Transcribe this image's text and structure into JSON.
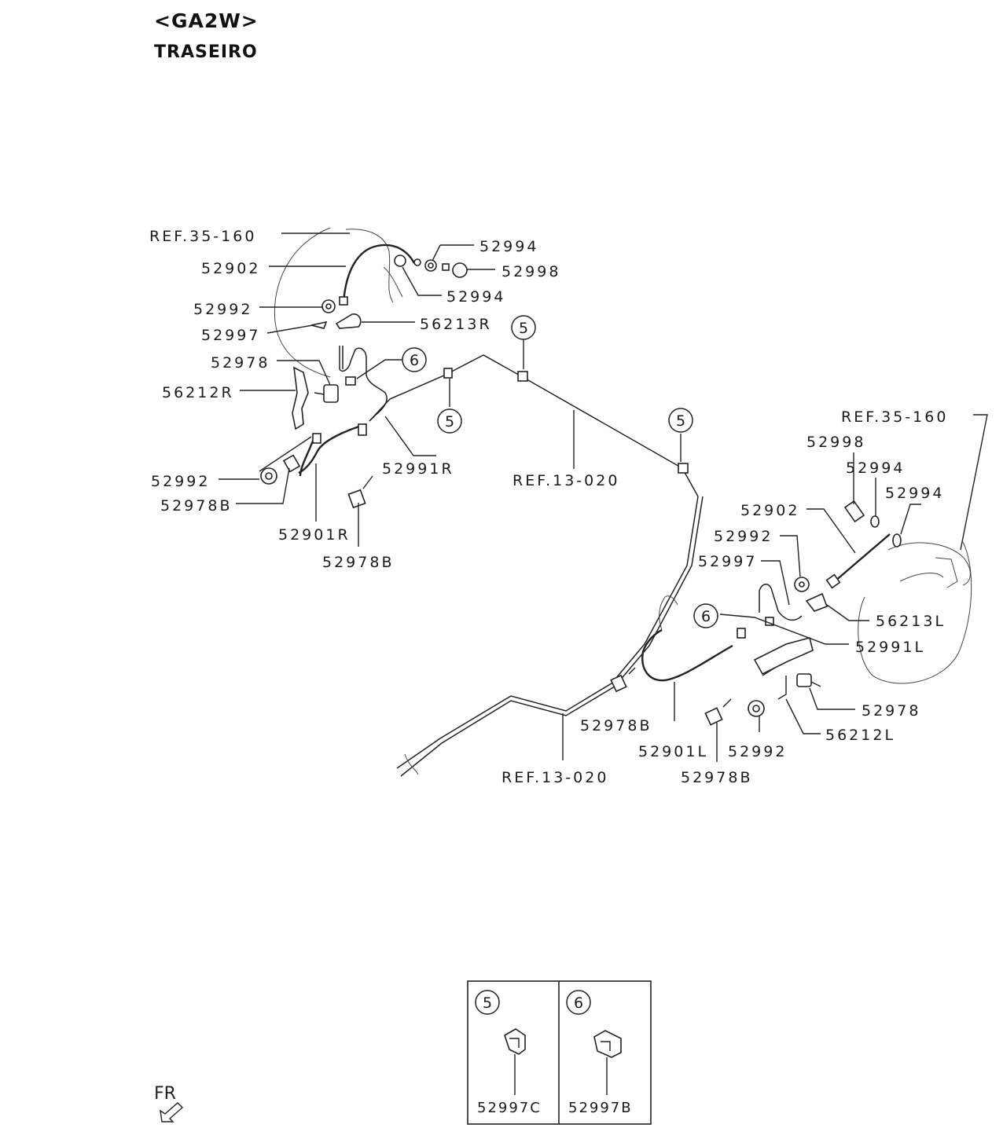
{
  "header": {
    "model": "<GA2W>",
    "section": "TRASEIRO"
  },
  "orientation": {
    "label": "FR"
  },
  "callouts": [
    {
      "id": "ref35_r",
      "text": "REF.35-160"
    },
    {
      "id": "p52902_r",
      "text": "52902"
    },
    {
      "id": "p52994_r1",
      "text": "52994"
    },
    {
      "id": "p52998_r",
      "text": "52998"
    },
    {
      "id": "p52994_r2",
      "text": "52994"
    },
    {
      "id": "p52992_r1",
      "text": "52992"
    },
    {
      "id": "p52997_r",
      "text": "52997"
    },
    {
      "id": "p56213r",
      "text": "56213R"
    },
    {
      "id": "p52978_r",
      "text": "52978"
    },
    {
      "id": "p56212r",
      "text": "56212R"
    },
    {
      "id": "p52991r",
      "text": "52991R"
    },
    {
      "id": "p52992_r2",
      "text": "52992"
    },
    {
      "id": "p52978b_r1",
      "text": "52978B"
    },
    {
      "id": "p52901r",
      "text": "52901R"
    },
    {
      "id": "p52978b_r2",
      "text": "52978B"
    },
    {
      "id": "ref13_top",
      "text": "REF.13-020"
    },
    {
      "id": "ref35_l",
      "text": "REF.35-160"
    },
    {
      "id": "p52998_l",
      "text": "52998"
    },
    {
      "id": "p52994_l1",
      "text": "52994"
    },
    {
      "id": "p52994_l2",
      "text": "52994"
    },
    {
      "id": "p52902_l",
      "text": "52902"
    },
    {
      "id": "p52992_l1",
      "text": "52992"
    },
    {
      "id": "p52997_l",
      "text": "52997"
    },
    {
      "id": "p56213l",
      "text": "56213L"
    },
    {
      "id": "p52991l",
      "text": "52991L"
    },
    {
      "id": "p52978_l",
      "text": "52978"
    },
    {
      "id": "p56212l",
      "text": "56212L"
    },
    {
      "id": "p52978b_l1",
      "text": "52978B"
    },
    {
      "id": "p52901l",
      "text": "52901L"
    },
    {
      "id": "p52992_l2",
      "text": "52992"
    },
    {
      "id": "p52978b_l2",
      "text": "52978B"
    },
    {
      "id": "ref13_bottom",
      "text": "REF.13-020"
    }
  ],
  "circle_refs": [
    {
      "id": "c5_top",
      "text": "5"
    },
    {
      "id": "c6_left",
      "text": "6"
    },
    {
      "id": "c5_mid",
      "text": "5"
    },
    {
      "id": "c5_right",
      "text": "5"
    },
    {
      "id": "c6_right",
      "text": "6"
    }
  ],
  "legend": [
    {
      "id": "legend5",
      "ref": "5",
      "part": "52997C"
    },
    {
      "id": "legend6",
      "ref": "6",
      "part": "52997B"
    }
  ]
}
